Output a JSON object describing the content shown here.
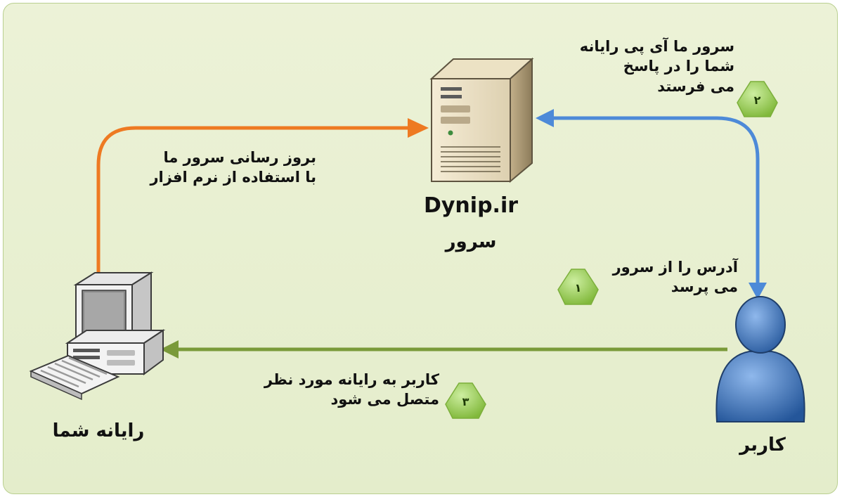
{
  "nodes": {
    "server": {
      "domain": "Dynip.ir",
      "label": "سرور"
    },
    "client_pc": {
      "label": "رایانه شما"
    },
    "user": {
      "label": "کاربر"
    }
  },
  "edges": {
    "update": {
      "text_line1": "بروز رسانی سرور ما",
      "text_line2": "با استفاده از نرم افزار"
    },
    "reply": {
      "text_line1": "سرور ما آی پی رایانه",
      "text_line2": "شما را در پاسخ",
      "text_line3": "می فرستد",
      "step": "۲"
    },
    "ask": {
      "text_line1": "آدرس را از سرور",
      "text_line2": "می پرسد",
      "step": "۱"
    },
    "connect": {
      "text_line1": "کاربر به رایانه مورد نظر",
      "text_line2": "متصل می شود",
      "step": "۳"
    }
  },
  "colors": {
    "panel_bg": "#e7eecf",
    "panel_border": "#b9cf8f",
    "update_arrow": "#ee7a22",
    "reply_arrow": "#4d8ad8",
    "connect_arrow": "#7a9a3a",
    "badge": "#9bd04b"
  },
  "icons": [
    "server-icon",
    "computer-icon",
    "user-icon"
  ]
}
